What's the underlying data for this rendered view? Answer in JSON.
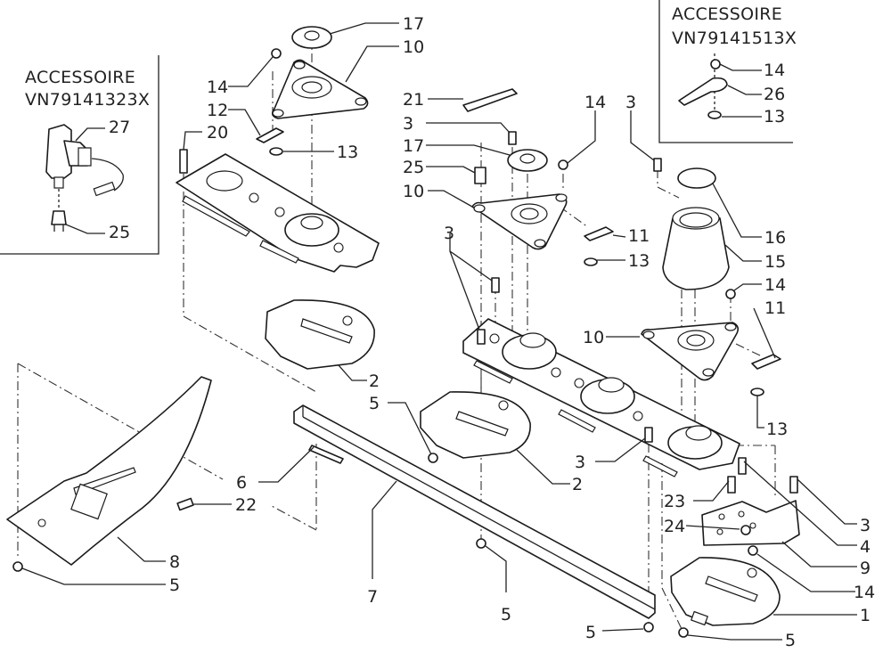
{
  "diagram": {
    "type": "exploded-parts-view",
    "subject": "mower cutter bar assembly",
    "accessory_boxes": [
      {
        "id": "acc-left",
        "title": "ACCESSOIRE",
        "code": "VN79141323X",
        "callouts": [
          "27",
          "25"
        ]
      },
      {
        "id": "acc-right",
        "title": "ACCESSOIRE",
        "code": "VN79141513X",
        "callouts": [
          "14",
          "26",
          "13"
        ]
      }
    ],
    "callouts": [
      {
        "id": "c17a",
        "label": "17"
      },
      {
        "id": "c10a",
        "label": "10"
      },
      {
        "id": "c14a",
        "label": "14"
      },
      {
        "id": "c12",
        "label": "12"
      },
      {
        "id": "c20",
        "label": "20"
      },
      {
        "id": "c13a",
        "label": "13"
      },
      {
        "id": "c21",
        "label": "21"
      },
      {
        "id": "c3a",
        "label": "3"
      },
      {
        "id": "c17b",
        "label": "17"
      },
      {
        "id": "c25",
        "label": "25"
      },
      {
        "id": "c10b",
        "label": "10"
      },
      {
        "id": "c14b",
        "label": "14"
      },
      {
        "id": "c11a",
        "label": "11"
      },
      {
        "id": "c13b",
        "label": "13"
      },
      {
        "id": "c3b",
        "label": "3"
      },
      {
        "id": "c16",
        "label": "16"
      },
      {
        "id": "c15",
        "label": "15"
      },
      {
        "id": "c14c",
        "label": "14"
      },
      {
        "id": "c3c",
        "label": "3"
      },
      {
        "id": "c11b",
        "label": "11"
      },
      {
        "id": "c10c",
        "label": "10"
      },
      {
        "id": "c13c",
        "label": "13"
      },
      {
        "id": "c2a",
        "label": "2"
      },
      {
        "id": "c5a",
        "label": "5"
      },
      {
        "id": "c3d",
        "label": "3"
      },
      {
        "id": "c2b",
        "label": "2"
      },
      {
        "id": "c6",
        "label": "6"
      },
      {
        "id": "c22",
        "label": "22"
      },
      {
        "id": "c8",
        "label": "8"
      },
      {
        "id": "c5b",
        "label": "5"
      },
      {
        "id": "c7",
        "label": "7"
      },
      {
        "id": "c5c",
        "label": "5"
      },
      {
        "id": "c5d",
        "label": "5"
      },
      {
        "id": "c23",
        "label": "23"
      },
      {
        "id": "c24",
        "label": "24"
      },
      {
        "id": "c3e",
        "label": "3"
      },
      {
        "id": "c4",
        "label": "4"
      },
      {
        "id": "c9",
        "label": "9"
      },
      {
        "id": "c14d",
        "label": "14"
      },
      {
        "id": "c1",
        "label": "1"
      },
      {
        "id": "c5e",
        "label": "5"
      },
      {
        "id": "acc-l-27",
        "label": "27"
      },
      {
        "id": "acc-l-25",
        "label": "25"
      },
      {
        "id": "acc-r-14",
        "label": "14"
      },
      {
        "id": "acc-r-26",
        "label": "26"
      },
      {
        "id": "acc-r-13",
        "label": "13"
      }
    ]
  }
}
